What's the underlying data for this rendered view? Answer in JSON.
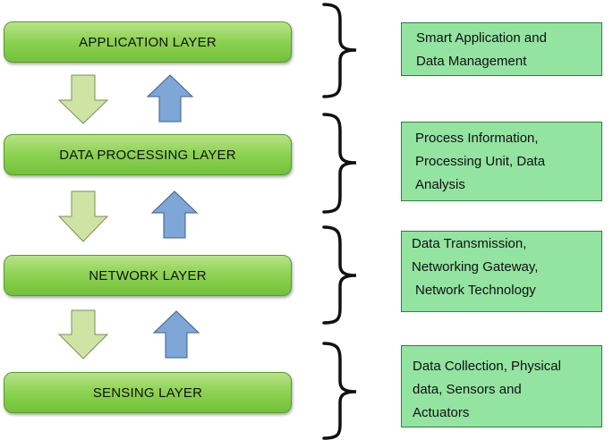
{
  "layers": [
    {
      "label": "APPLICATION LAYER"
    },
    {
      "label": "DATA PROCESSING LAYER"
    },
    {
      "label": "NETWORK LAYER"
    },
    {
      "label": "SENSING LAYER"
    }
  ],
  "descriptions": [
    {
      "lines": [
        "Smart Application and",
        "Data Management"
      ]
    },
    {
      "lines": [
        "Process Information,",
        "Processing Unit, Data",
        "Analysis"
      ]
    },
    {
      "lines": [
        "Data Transmission,",
        "Networking Gateway,",
        "Network Technology"
      ]
    },
    {
      "lines": [
        "Data Collection, Physical",
        "data, Sensors and",
        "Actuators"
      ]
    }
  ],
  "colors": {
    "layer_fill": "#8fd354",
    "down_arrow": "#cfe3a4",
    "up_arrow": "#7ea7d8",
    "description_fill": "#93e3a1"
  }
}
